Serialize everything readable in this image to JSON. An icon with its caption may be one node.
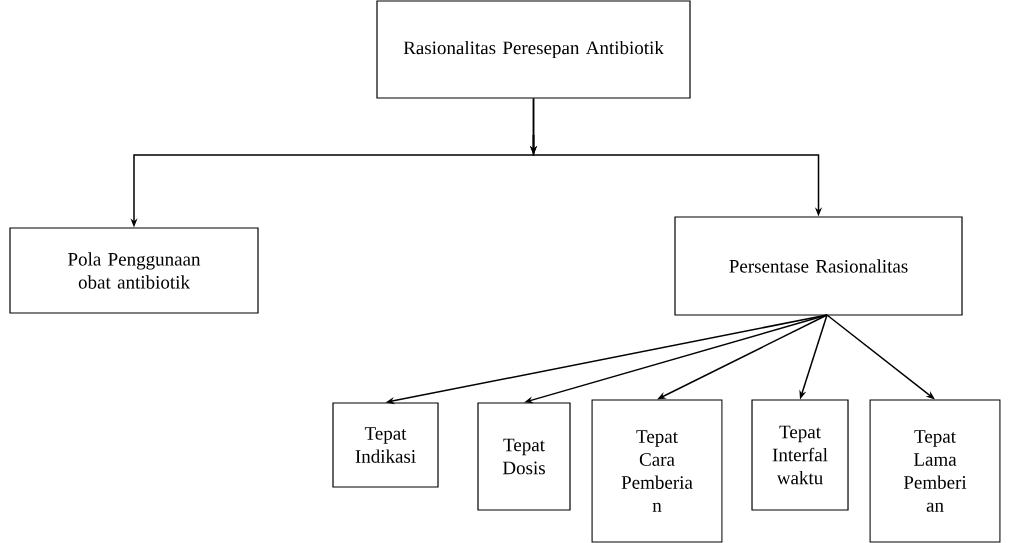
{
  "diagram": {
    "nodes": [
      {
        "text": [
          "Rasionalitas Peresepan Antibiotik"
        ]
      },
      {
        "text": [
          "Pola Penggunaan obat antibiotik"
        ]
      },
      {
        "text": [
          "Persentase Rasionalitas"
        ]
      },
      {
        "text": [
          "Tepat Indikasi"
        ]
      },
      {
        "text": [
          "Tepat Dosis"
        ]
      },
      {
        "text": [
          "Tepat Cara Pemberia n"
        ]
      },
      {
        "text": [
          "Tepat Interfal waktu"
        ]
      },
      {
        "text": [
          "Tepat Lama Pemberi an"
        ]
      }
    ],
    "edges": [
      {
        "from": 0,
        "to": 1,
        "arrow": "to"
      },
      {
        "from": 0,
        "to": 2,
        "arrow": "to"
      },
      {
        "from": 2,
        "to": 3,
        "arrow": "to"
      },
      {
        "from": 2,
        "to": 4,
        "arrow": "to"
      },
      {
        "from": 2,
        "to": 5,
        "arrow": "to"
      },
      {
        "from": 2,
        "to": 6,
        "arrow": "to"
      },
      {
        "from": 2,
        "to": 7,
        "arrow": "to"
      }
    ]
  }
}
